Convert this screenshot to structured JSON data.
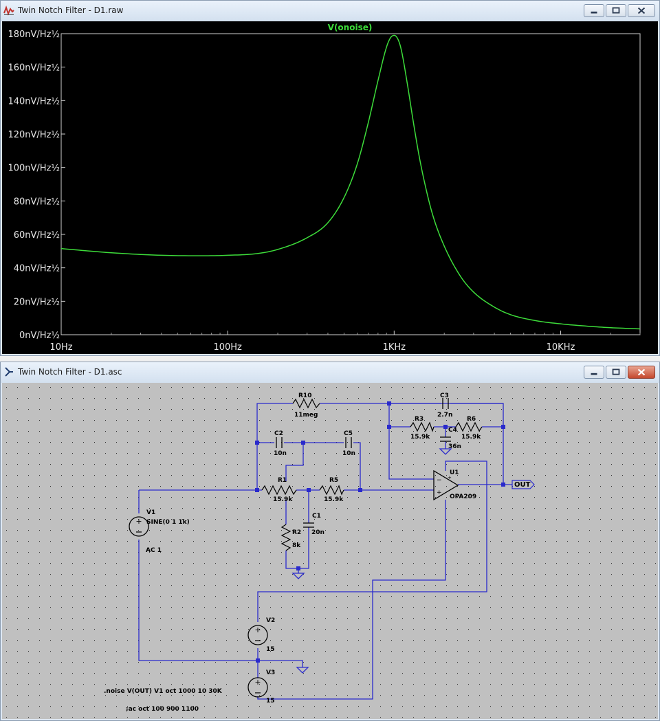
{
  "plot_window": {
    "title": "Twin Notch Filter - D1.raw",
    "trace_label": "V(onoise)",
    "trace_color": "#3ddc3a"
  },
  "schematic_window": {
    "title": "Twin Notch Filter - D1.asc",
    "components": {
      "R10": {
        "ref": "R10",
        "value": "11meg"
      },
      "C3": {
        "ref": "C3",
        "value": "2.7n"
      },
      "R3": {
        "ref": "R3",
        "value": "15.9k"
      },
      "R6": {
        "ref": "R6",
        "value": "15.9k"
      },
      "C4": {
        "ref": "C4",
        "value": "36n"
      },
      "C2": {
        "ref": "C2",
        "value": "10n"
      },
      "C5": {
        "ref": "C5",
        "value": "10n"
      },
      "R1": {
        "ref": "R1",
        "value": "15.9k"
      },
      "R5": {
        "ref": "R5",
        "value": "15.9k"
      },
      "C1": {
        "ref": "C1",
        "value": "20n"
      },
      "R2": {
        "ref": "R2",
        "value": "8k"
      },
      "U1": {
        "ref": "U1",
        "value": "OPA209"
      },
      "V1": {
        "ref": "V1",
        "value": "SINE(0 1 1k)",
        "ac": "AC 1"
      },
      "V2": {
        "ref": "V2",
        "value": "15"
      },
      "V3": {
        "ref": "V3",
        "value": "15"
      }
    },
    "out_label": "OUT",
    "directives": [
      ".noise V(OUT) V1 oct 1000 10 30K",
      ";ac oct 100 900 1100"
    ]
  },
  "chart_data": {
    "type": "line",
    "title": "V(onoise)",
    "xlabel": "",
    "ylabel": "",
    "x_scale": "log",
    "xlim": [
      10,
      30000
    ],
    "ylim": [
      0,
      180
    ],
    "y_unit": "nV/Hz½",
    "x_tick_labels": [
      "10Hz",
      "100Hz",
      "1KHz",
      "10KHz"
    ],
    "x_tick_values": [
      10,
      100,
      1000,
      10000
    ],
    "y_tick_labels": [
      "0nV/Hz½",
      "20nV/Hz½",
      "40nV/Hz½",
      "60nV/Hz½",
      "80nV/Hz½",
      "100nV/Hz½",
      "120nV/Hz½",
      "140nV/Hz½",
      "160nV/Hz½",
      "180nV/Hz½"
    ],
    "y_tick_values": [
      0,
      20,
      40,
      60,
      80,
      100,
      120,
      140,
      160,
      180
    ],
    "grid": false,
    "series": [
      {
        "name": "V(onoise)",
        "x": [
          10,
          20,
          40,
          70,
          100,
          150,
          200,
          300,
          400,
          500,
          600,
          700,
          800,
          900,
          950,
          1000,
          1050,
          1100,
          1200,
          1300,
          1400,
          1500,
          1700,
          2000,
          2500,
          3000,
          4000,
          5000,
          7000,
          10000,
          15000,
          20000,
          30000
        ],
        "y": [
          51.5,
          49,
          47.5,
          47.2,
          47.5,
          48.5,
          51,
          58,
          67,
          82,
          102,
          127,
          152,
          172,
          177.5,
          179,
          177,
          171,
          150,
          128,
          109,
          94,
          72,
          53,
          35,
          25.5,
          16.5,
          12,
          8.5,
          6.5,
          5,
          4.2,
          3.5
        ]
      }
    ]
  }
}
